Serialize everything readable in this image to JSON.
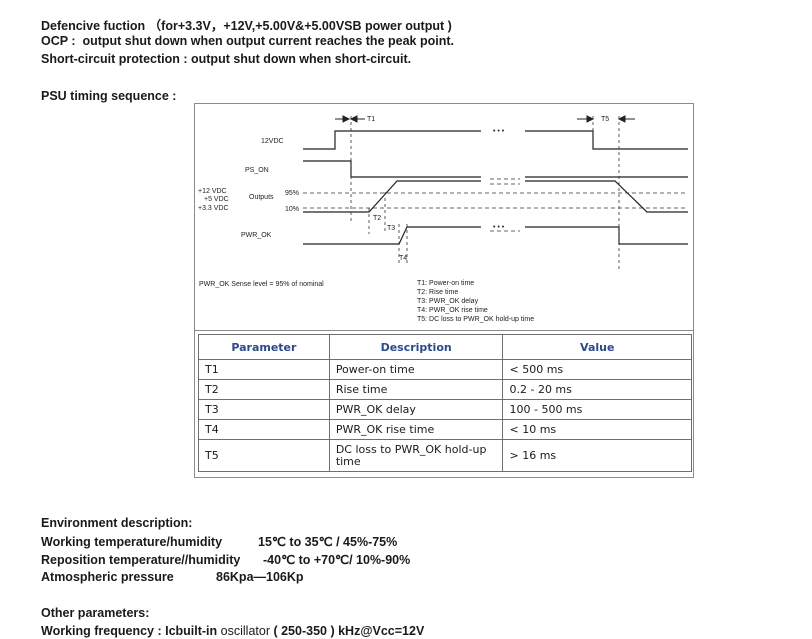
{
  "intro": {
    "defective_function": "Defencive fuction （for+3.3V，+12V,+5.00V&+5.00VSB power output )",
    "ocp": "OCP :  output shut down when output current reaches the peak point.",
    "short_circuit": "Short-circuit protection : output shut down when short-circuit."
  },
  "timing_heading": "PSU timing sequence :",
  "diagram": {
    "signals": [
      "12VDC",
      "PS_ON",
      "Outputs",
      "PWR_OK"
    ],
    "output_rails": [
      "+12 VDC",
      "+5 VDC",
      "+3.3 VDC"
    ],
    "levels": [
      "95%",
      "10%"
    ],
    "markers": [
      "T1",
      "T2",
      "T3",
      "T4",
      "T5"
    ],
    "sense_note": "PWR_OK Sense level = 95% of nominal",
    "legend": [
      "T1: Power-on time",
      "T2: Rise time",
      "T3: PWR_OK delay",
      "T4: PWR_OK rise time",
      "T5: DC loss to PWR_OK hold-up time"
    ],
    "ellipsis": "• • •"
  },
  "param_table": {
    "headers": [
      "Parameter",
      "Description",
      "Value"
    ],
    "rows": [
      {
        "param": "T1",
        "desc": "Power-on time",
        "value": "< 500 ms"
      },
      {
        "param": "T2",
        "desc": "Rise time",
        "value": "0.2 - 20 ms"
      },
      {
        "param": "T3",
        "desc": "PWR_OK delay",
        "value": "100 - 500 ms"
      },
      {
        "param": "T4",
        "desc": "PWR_OK rise time",
        "value": "< 10 ms"
      },
      {
        "param": "T5",
        "desc": "DC loss to PWR_OK hold-up time",
        "value": "> 16 ms"
      }
    ]
  },
  "environment": {
    "heading": "Environment description:",
    "working_label": "Working temperature/humidity",
    "working_value": "15℃ to 35℃ / 45%-75%",
    "reposition_label": "Reposition temperature//humidity",
    "reposition_value": "-40℃ to +70℃/ 10%-90%",
    "pressure_label": "Atmospheric pressure",
    "pressure_value": "86Kpa—106Kp"
  },
  "other": {
    "heading": "Other parameters:",
    "freq_label": "Working frequency : Icbuilt-in",
    "freq_word": "oscillator",
    "freq_value": "( 250-350 ) kHz@Vcc=12V"
  }
}
